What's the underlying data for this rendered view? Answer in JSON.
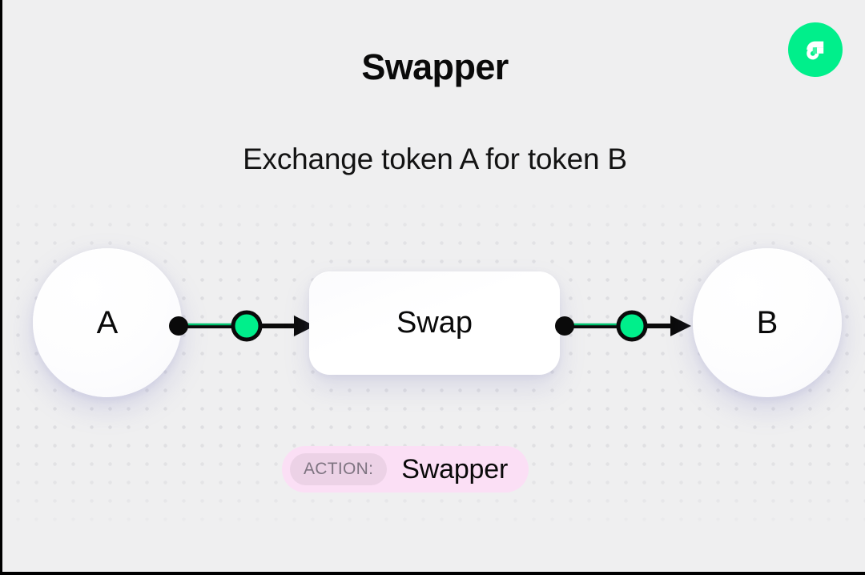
{
  "header": {
    "title": "Swapper",
    "subtitle": "Exchange token A for token B",
    "logo_icon": "flow-logo-icon"
  },
  "graph": {
    "nodes": [
      {
        "id": "a",
        "label": "A",
        "shape": "circle",
        "name": "token-node-a"
      },
      {
        "id": "swap",
        "label": "Swap",
        "shape": "rounded-rect",
        "name": "process-node-swap"
      },
      {
        "id": "b",
        "label": "B",
        "shape": "circle",
        "name": "token-node-b"
      }
    ],
    "edges": [
      {
        "id": "edge-left",
        "from": "a",
        "to": "swap",
        "marker": "arrow",
        "handle_icon": "connector-dot-icon",
        "midpoint_icon": "flow-token-dot-icon"
      },
      {
        "id": "edge-right",
        "from": "swap",
        "to": "b",
        "marker": "arrow",
        "handle_icon": "connector-dot-icon",
        "midpoint_icon": "flow-token-dot-icon"
      }
    ]
  },
  "action_badge": {
    "key": "ACTION:",
    "value": "Swapper"
  },
  "colors": {
    "accent_green": "#00ef8b",
    "edge_green": "#00c26f",
    "canvas_bg": "#efeff0",
    "grid_dot": "#dedee1",
    "badge_bg": "#fbdff5",
    "badge_key_bg": "#ecd2e6",
    "badge_key_text": "#7e7481",
    "ink": "#0a0a0a"
  }
}
